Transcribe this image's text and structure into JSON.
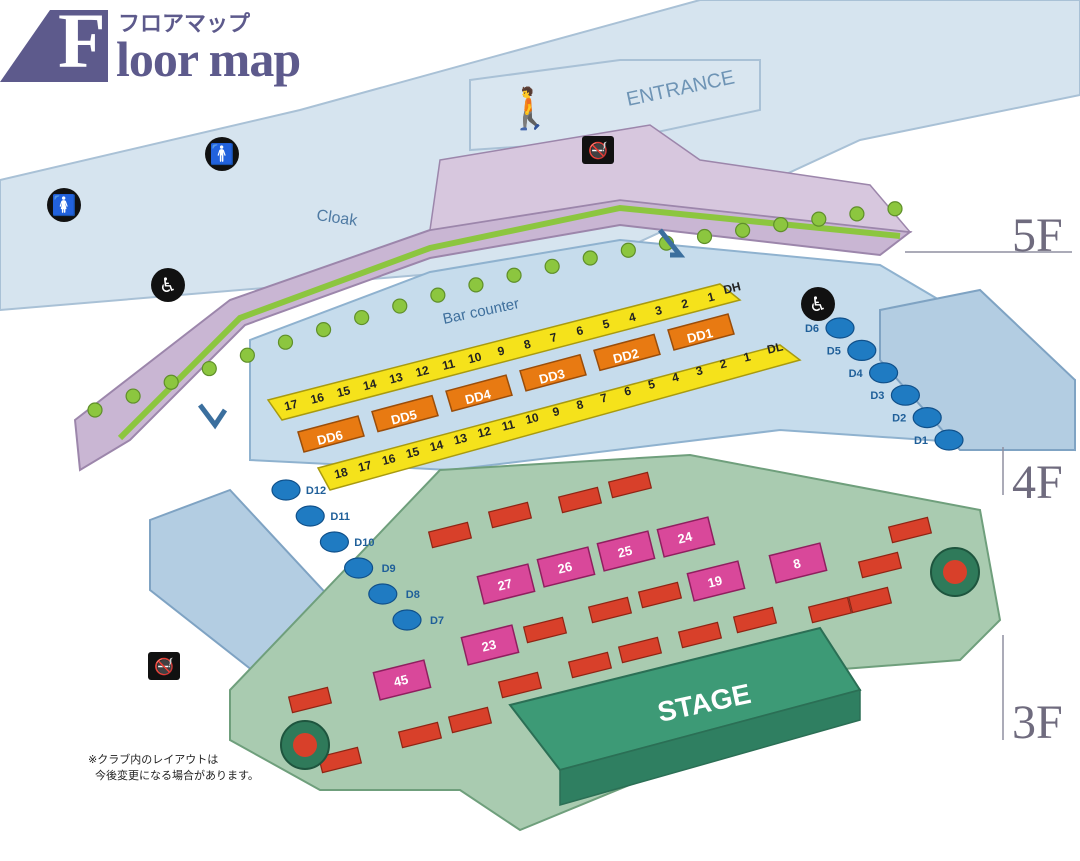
{
  "header": {
    "title_initial": "F",
    "title_jp": "フロアマップ",
    "title_en": "loor map"
  },
  "floors": [
    {
      "id": "5F",
      "label": "5F"
    },
    {
      "id": "4F",
      "label": "4F"
    },
    {
      "id": "3F",
      "label": "3F"
    }
  ],
  "areas": {
    "entrance": "ENTRANCE",
    "cloak": "Cloak",
    "bar_counter": "Bar counter",
    "stage": "STAGE"
  },
  "icons": [
    {
      "name": "walking-person-icon",
      "meaning": "entrance"
    },
    {
      "name": "no-smoking-icon",
      "meaning": "smoking area"
    },
    {
      "name": "male-restroom-icon",
      "meaning": "men's restroom"
    },
    {
      "name": "female-restroom-icon",
      "meaning": "women's restroom"
    },
    {
      "name": "wheelchair-icon",
      "meaning": "accessible seating"
    }
  ],
  "seating": {
    "dh_row": {
      "row_label": "DH",
      "seats": [
        "17",
        "16",
        "15",
        "14",
        "13",
        "12",
        "11",
        "10",
        "9",
        "8",
        "7",
        "6",
        "5",
        "4",
        "3",
        "2",
        "1"
      ]
    },
    "dl_row": {
      "row_label": "DL",
      "seats": [
        "18",
        "17",
        "16",
        "15",
        "14",
        "13",
        "12",
        "11",
        "10",
        "9",
        "8",
        "7",
        "6",
        "5",
        "4",
        "3",
        "2",
        "1"
      ]
    },
    "dd_boxes": [
      "DD1",
      "DD2",
      "DD3",
      "DD4",
      "DD5",
      "DD6"
    ],
    "d_boxes_right": [
      "D6",
      "D5",
      "D4",
      "D3",
      "D2",
      "D1"
    ],
    "d_boxes_left": [
      "D12",
      "D11",
      "D10",
      "D9",
      "D8",
      "D7"
    ],
    "floor_tables_pink": [
      "24",
      "25",
      "26",
      "27",
      "19",
      "8",
      "23",
      "45"
    ]
  },
  "note": {
    "line1": "※クラブ内のレイアウトは",
    "line2": "今後変更になる場合があります。"
  },
  "colors": {
    "brand_purple": "#5d5a8c",
    "floor5_fill": "#c9b6d3",
    "floor4_fill": "#b9d3e6",
    "floor3_fill": "#a9cbb0",
    "seat_yellow": "#f5e21b",
    "box_orange": "#e87a12",
    "table_red": "#d8402a",
    "table_pink": "#d9489a",
    "chair_green": "#2f7a5a",
    "stage_green": "#3d9a76",
    "blue_box": "#1f7bc2",
    "greenery": "#8cc63f"
  }
}
